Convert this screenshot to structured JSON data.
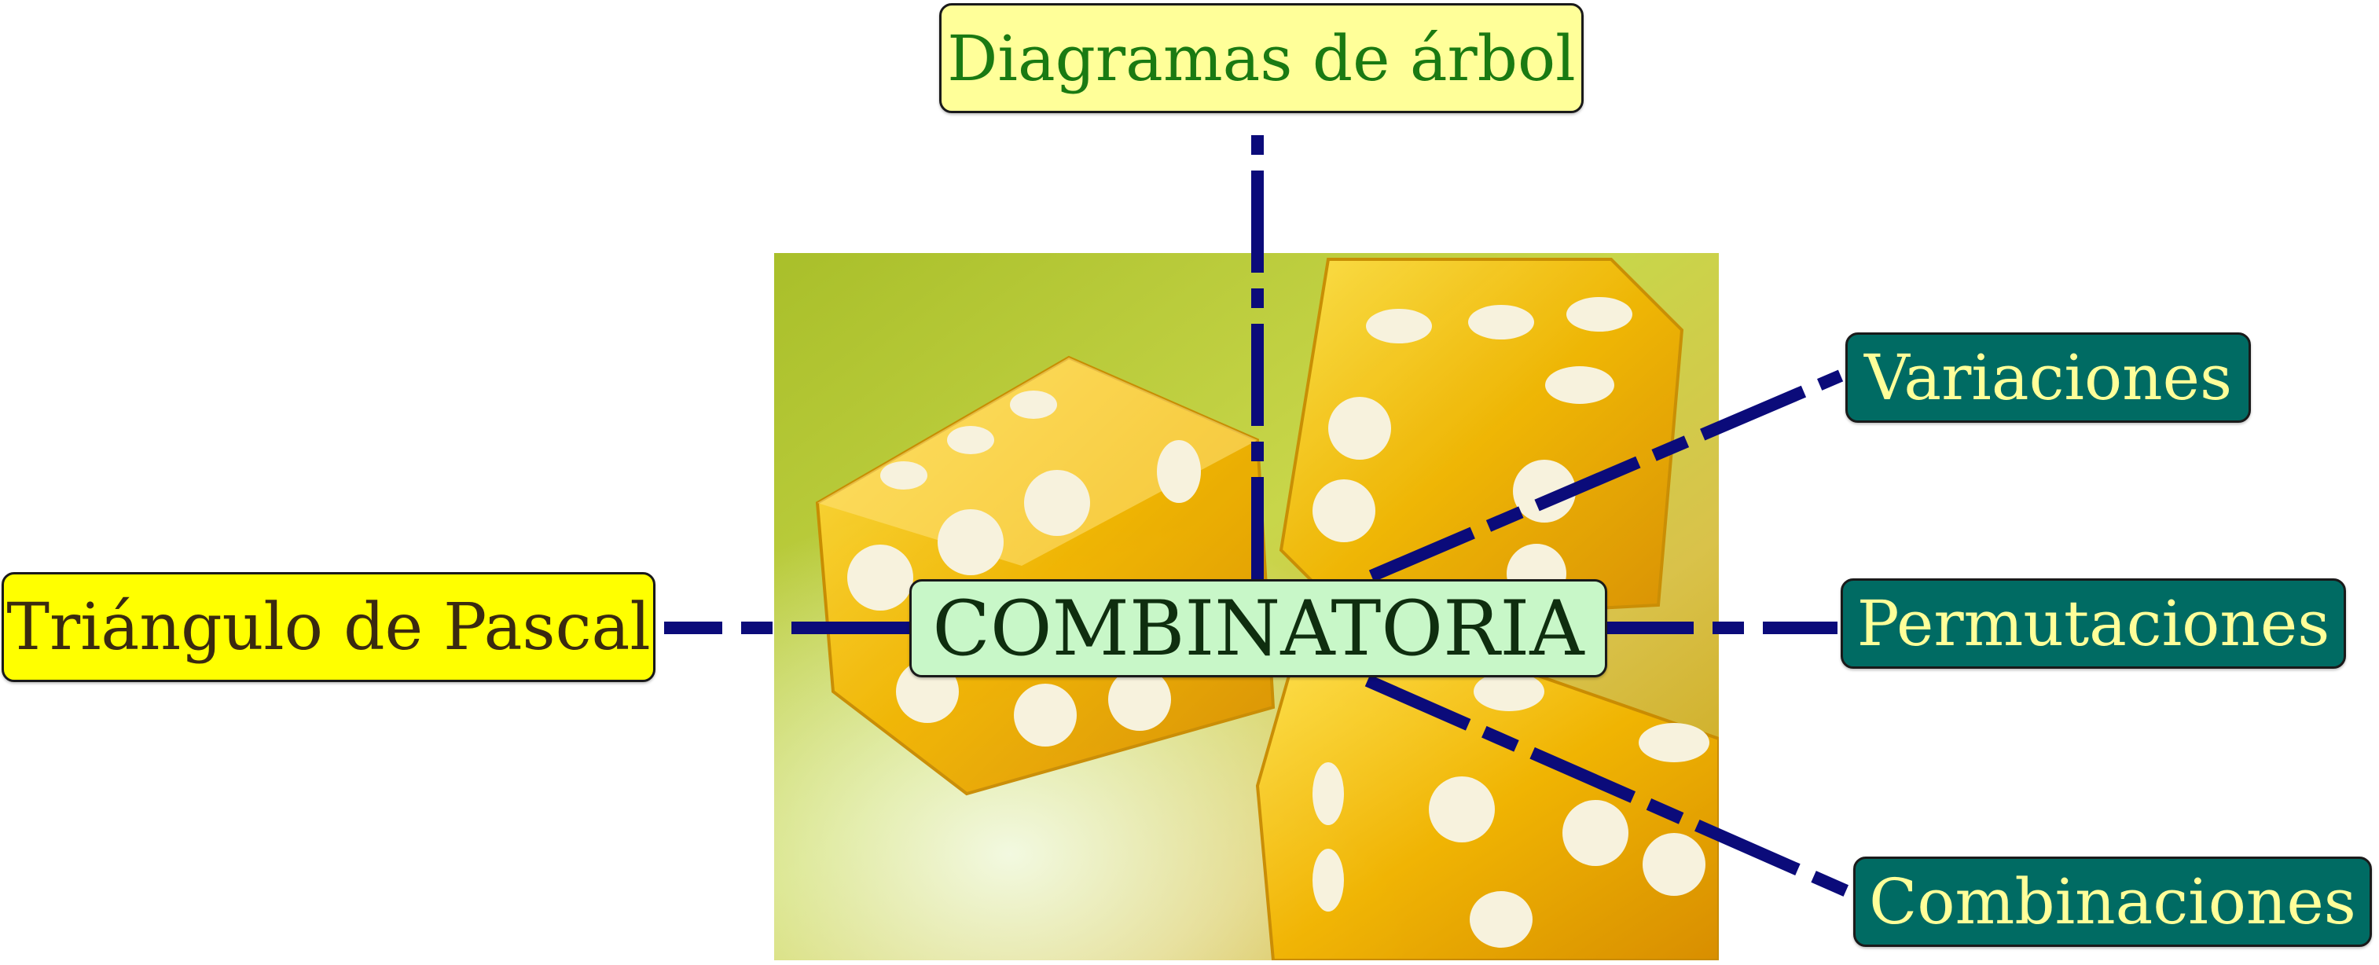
{
  "center": {
    "label": "COMBINATORIA"
  },
  "nodes": {
    "arbol": "Diagramas de árbol",
    "pascal": "Triángulo de Pascal",
    "variaciones": "Variaciones",
    "permutaciones": "Permutaciones",
    "combinaciones": "Combinaciones"
  },
  "image": {
    "subject": "yellow-dice-image"
  },
  "colors": {
    "connector": "#0b0b7a",
    "center_fill": "#c8f7c8",
    "center_text": "#0f2e0f",
    "arbol_fill": "#ffff99",
    "arbol_text": "#1a7a12",
    "pascal_fill": "#ffff00",
    "pascal_text": "#3a2a10",
    "teal_fill": "#006b63",
    "teal_text": "#ffff99"
  }
}
